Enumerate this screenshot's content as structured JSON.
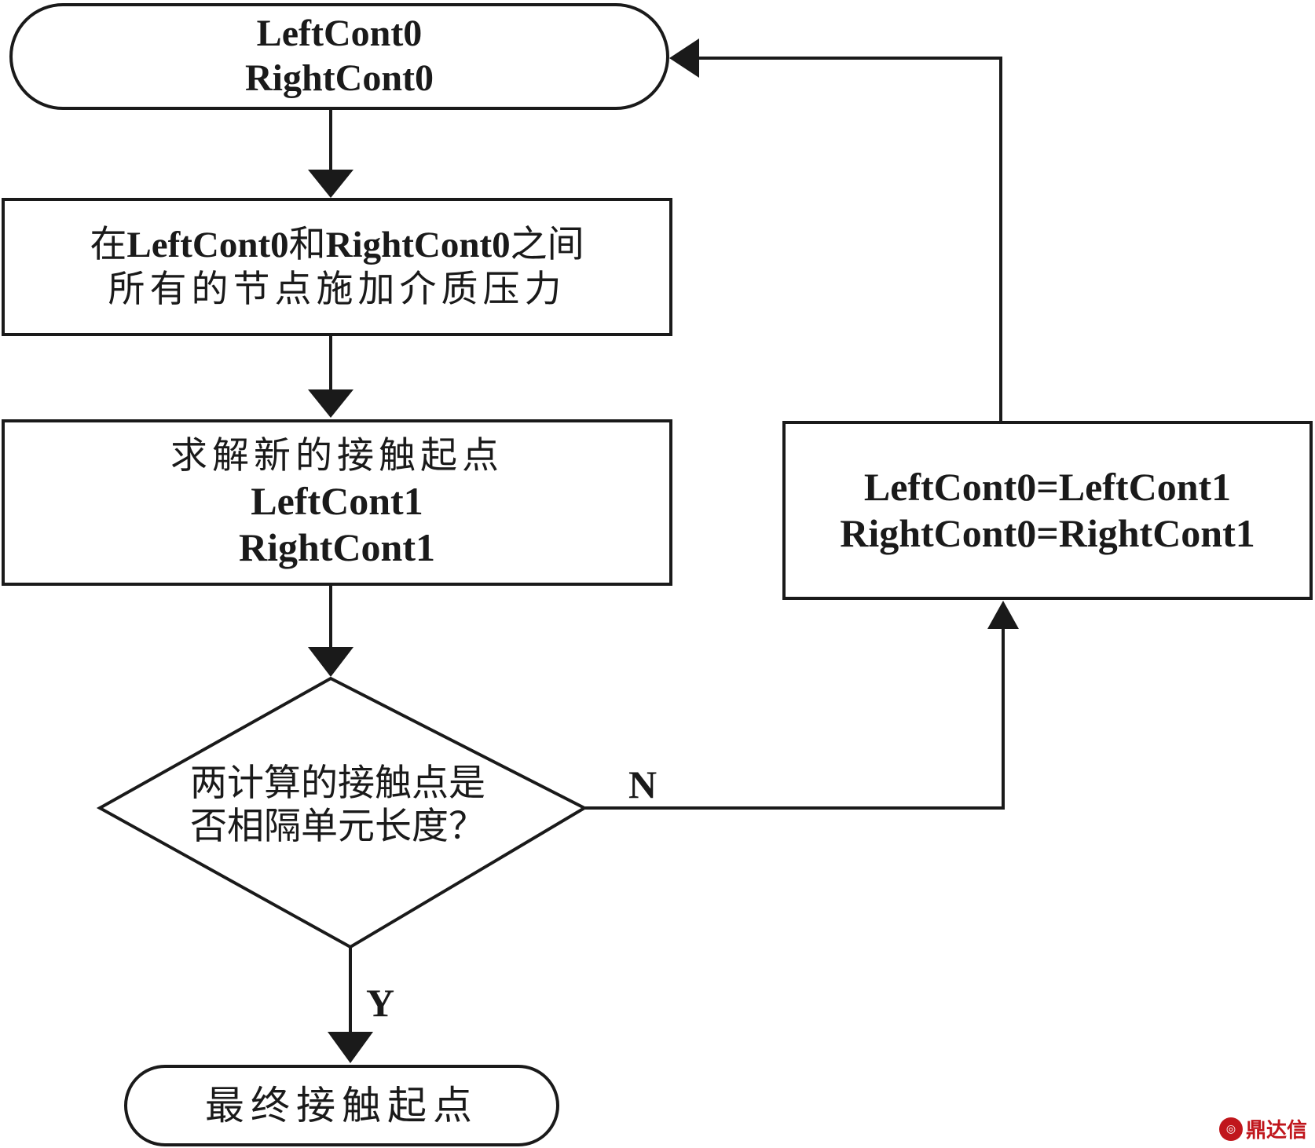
{
  "start": {
    "line1": "LeftCont0",
    "line2": "RightCont0"
  },
  "apply_pressure": {
    "prefix": "在",
    "left": "LeftCont0",
    "joiner": "和",
    "right": "RightCont0",
    "suffix": "之间",
    "line2": "所有的节点施加介质压力"
  },
  "solve": {
    "line1": "求解新的接触起点",
    "line2": "LeftCont1",
    "line3": "RightCont1"
  },
  "decision": {
    "line1": "两计算的接触点是",
    "line2": "否相隔单元长度？"
  },
  "update": {
    "line1": "LeftCont0=LeftCont1",
    "line2": "RightCont0=RightCont1"
  },
  "end": {
    "label": "最终接触起点"
  },
  "labels": {
    "no": "N",
    "yes": "Y"
  },
  "watermark": {
    "text": "鼎达信"
  }
}
